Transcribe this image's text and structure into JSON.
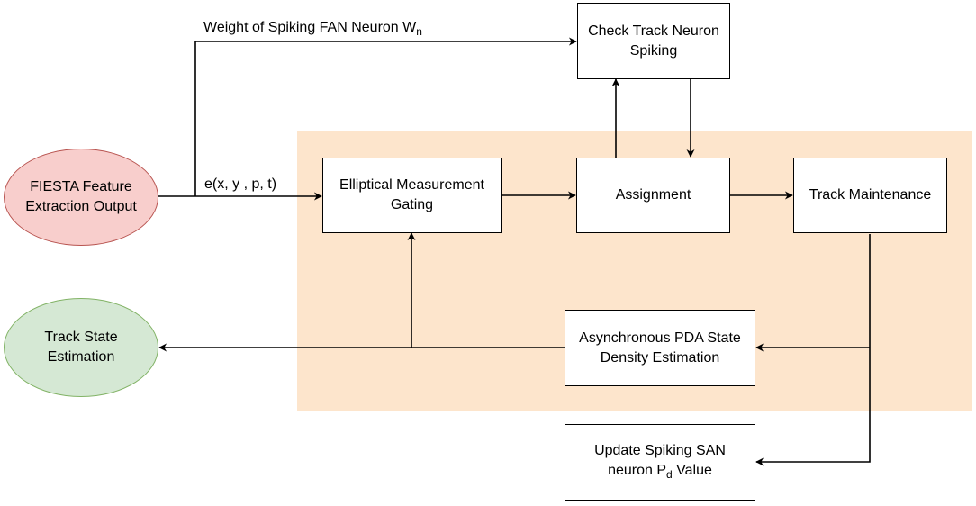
{
  "nodes": {
    "fiesta": {
      "line1": "FIESTA Feature",
      "line2": "Extraction Output",
      "fill": "#f8cecc",
      "stroke": "#b85450"
    },
    "track_state": {
      "line1": "Track State",
      "line2": "Estimation",
      "fill": "#d5e8d4",
      "stroke": "#82b366"
    },
    "check_track": {
      "line1": "Check Track Neuron",
      "line2": "Spiking"
    },
    "gating": {
      "line1": "Elliptical Measurement",
      "line2": "Gating"
    },
    "assignment": {
      "line1": "Assignment"
    },
    "maintenance": {
      "line1": "Track Maintenance"
    },
    "pda": {
      "line1": "Asynchronous PDA State",
      "line2": "Density Estimation"
    },
    "update_san": {
      "line1": "Update Spiking SAN",
      "line2_prefix": "neuron P",
      "line2_sub": "d",
      "line2_suffix": " Value"
    }
  },
  "edges": {
    "weight_label": {
      "prefix": "Weight of Spiking FAN Neuron W",
      "sub": "n"
    },
    "event_label": "e(x,  y , p, t)"
  },
  "colors": {
    "region_fill": "#fde5cc"
  }
}
